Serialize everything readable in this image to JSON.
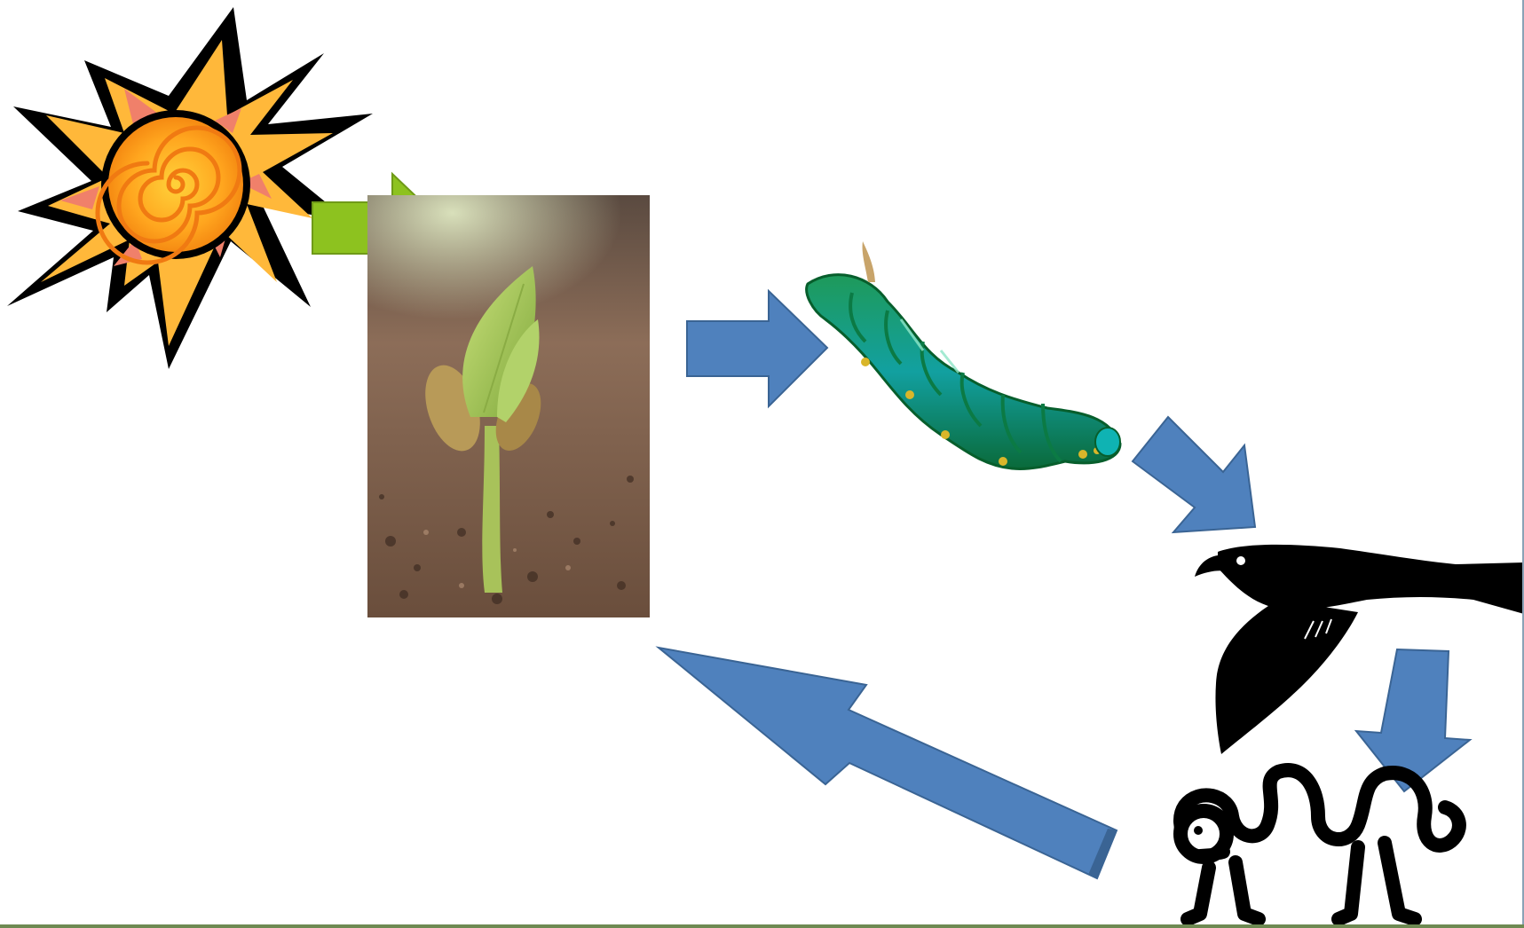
{
  "diagram": {
    "type": "food-chain",
    "nodes": [
      {
        "id": "sun",
        "icon": "sun-icon"
      },
      {
        "id": "plant",
        "icon": "seedling-photo"
      },
      {
        "id": "caterpillar",
        "icon": "caterpillar-icon"
      },
      {
        "id": "bird",
        "icon": "bird-silhouette-icon"
      },
      {
        "id": "decomposer",
        "icon": "worm-icon"
      }
    ],
    "edges": [
      {
        "from": "sun",
        "to": "plant",
        "color": "#8dc21f"
      },
      {
        "from": "plant",
        "to": "caterpillar",
        "color": "#4f81bd"
      },
      {
        "from": "caterpillar",
        "to": "bird",
        "color": "#4f81bd"
      },
      {
        "from": "bird",
        "to": "decomposer",
        "color": "#4f81bd"
      },
      {
        "from": "decomposer",
        "to": "plant",
        "color": "#4f81bd"
      }
    ]
  },
  "colors": {
    "background": "#ffffff",
    "sun_arrow": "#8dc21f",
    "chain_arrow": "#4f81bd",
    "chain_arrow_outline": "#3a6494"
  }
}
